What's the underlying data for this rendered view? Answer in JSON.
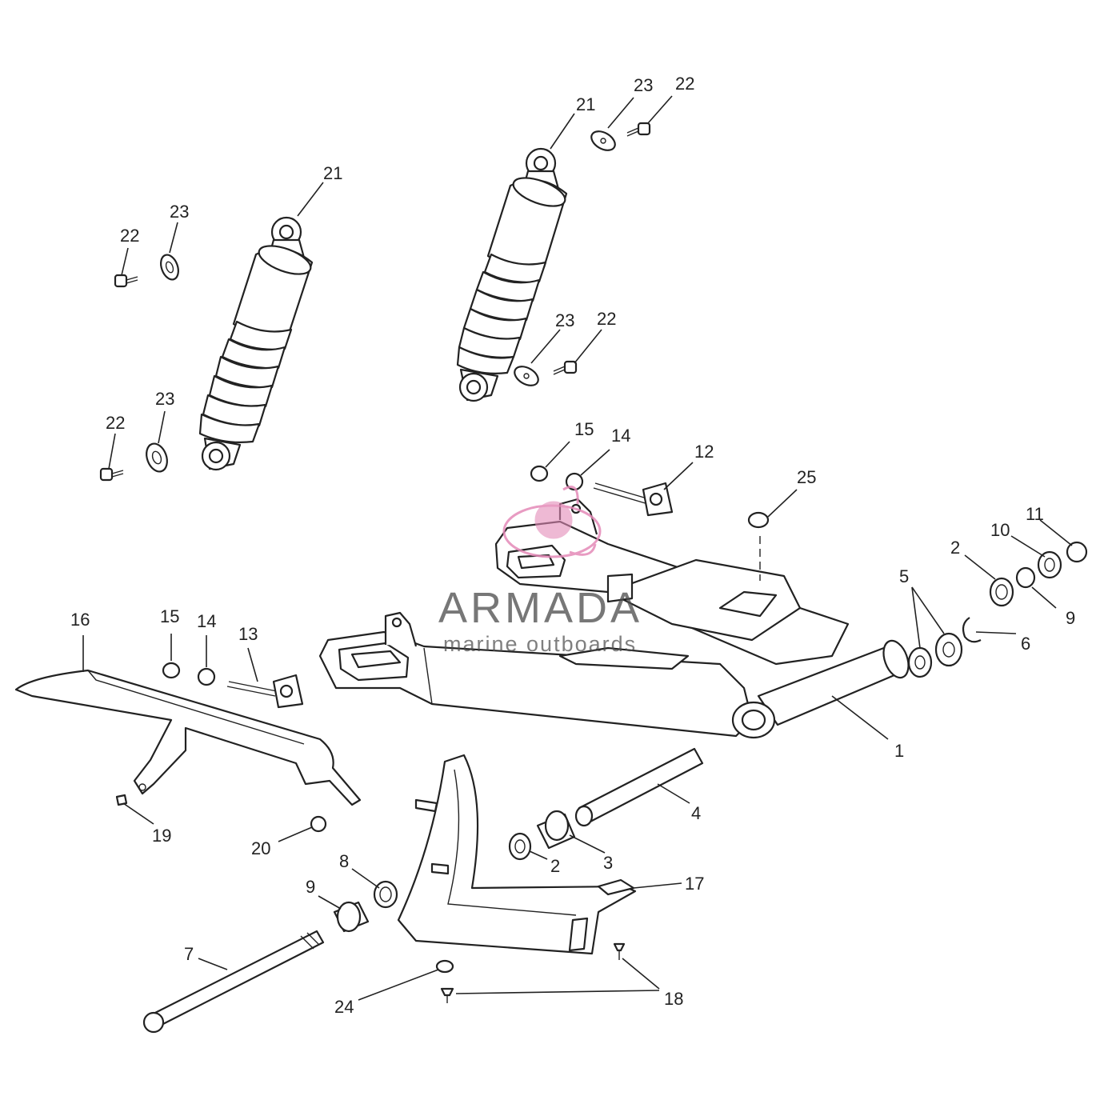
{
  "diagram": {
    "callouts": [
      {
        "id": "c21a",
        "text": "21"
      },
      {
        "id": "c23a",
        "text": "23"
      },
      {
        "id": "c22a",
        "text": "22"
      },
      {
        "id": "c21b",
        "text": "21"
      },
      {
        "id": "c23b",
        "text": "23"
      },
      {
        "id": "c22b",
        "text": "22"
      },
      {
        "id": "c23c",
        "text": "23"
      },
      {
        "id": "c22c",
        "text": "22"
      },
      {
        "id": "c23d",
        "text": "23"
      },
      {
        "id": "c22d",
        "text": "22"
      },
      {
        "id": "c15a",
        "text": "15"
      },
      {
        "id": "c14a",
        "text": "14"
      },
      {
        "id": "c12",
        "text": "12"
      },
      {
        "id": "c25",
        "text": "25"
      },
      {
        "id": "c11",
        "text": "11"
      },
      {
        "id": "c10",
        "text": "10"
      },
      {
        "id": "c2a",
        "text": "2"
      },
      {
        "id": "c5",
        "text": "5"
      },
      {
        "id": "c9a",
        "text": "9"
      },
      {
        "id": "c6",
        "text": "6"
      },
      {
        "id": "c1",
        "text": "1"
      },
      {
        "id": "c16",
        "text": "16"
      },
      {
        "id": "c15b",
        "text": "15"
      },
      {
        "id": "c14b",
        "text": "14"
      },
      {
        "id": "c13",
        "text": "13"
      },
      {
        "id": "c19",
        "text": "19"
      },
      {
        "id": "c20",
        "text": "20"
      },
      {
        "id": "c4",
        "text": "4"
      },
      {
        "id": "c2b",
        "text": "2"
      },
      {
        "id": "c3",
        "text": "3"
      },
      {
        "id": "c8",
        "text": "8"
      },
      {
        "id": "c9b",
        "text": "9"
      },
      {
        "id": "c17",
        "text": "17"
      },
      {
        "id": "c7",
        "text": "7"
      },
      {
        "id": "c24",
        "text": "24"
      },
      {
        "id": "c18",
        "text": "18"
      }
    ]
  },
  "watermark": {
    "brand": "ARMADA",
    "tagline": "marine outboards",
    "color": "#e48ab8"
  }
}
